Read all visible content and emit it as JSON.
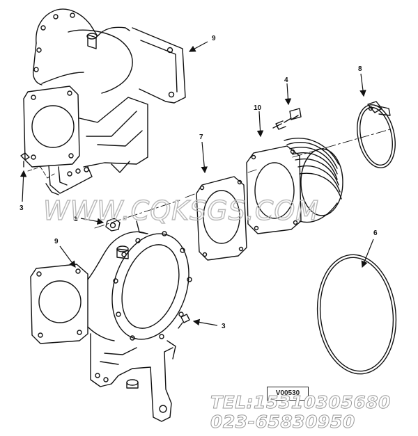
{
  "diagram": {
    "labels": [
      {
        "id": "lbl-9-top",
        "text": "9"
      },
      {
        "id": "lbl-10",
        "text": "10"
      },
      {
        "id": "lbl-4",
        "text": "4"
      },
      {
        "id": "lbl-8",
        "text": "8"
      },
      {
        "id": "lbl-7",
        "text": "7"
      },
      {
        "id": "lbl-3-left",
        "text": "3"
      },
      {
        "id": "lbl-1",
        "text": "1"
      },
      {
        "id": "lbl-9-bottom",
        "text": "9"
      },
      {
        "id": "lbl-6",
        "text": "6"
      },
      {
        "id": "lbl-3-right",
        "text": "3"
      }
    ],
    "reference_code": "V00530"
  },
  "watermark": {
    "site": "WWW.CQKSGS.COM",
    "phone_line": "TEL:15310305680",
    "alt_phone": "023-65830950"
  }
}
